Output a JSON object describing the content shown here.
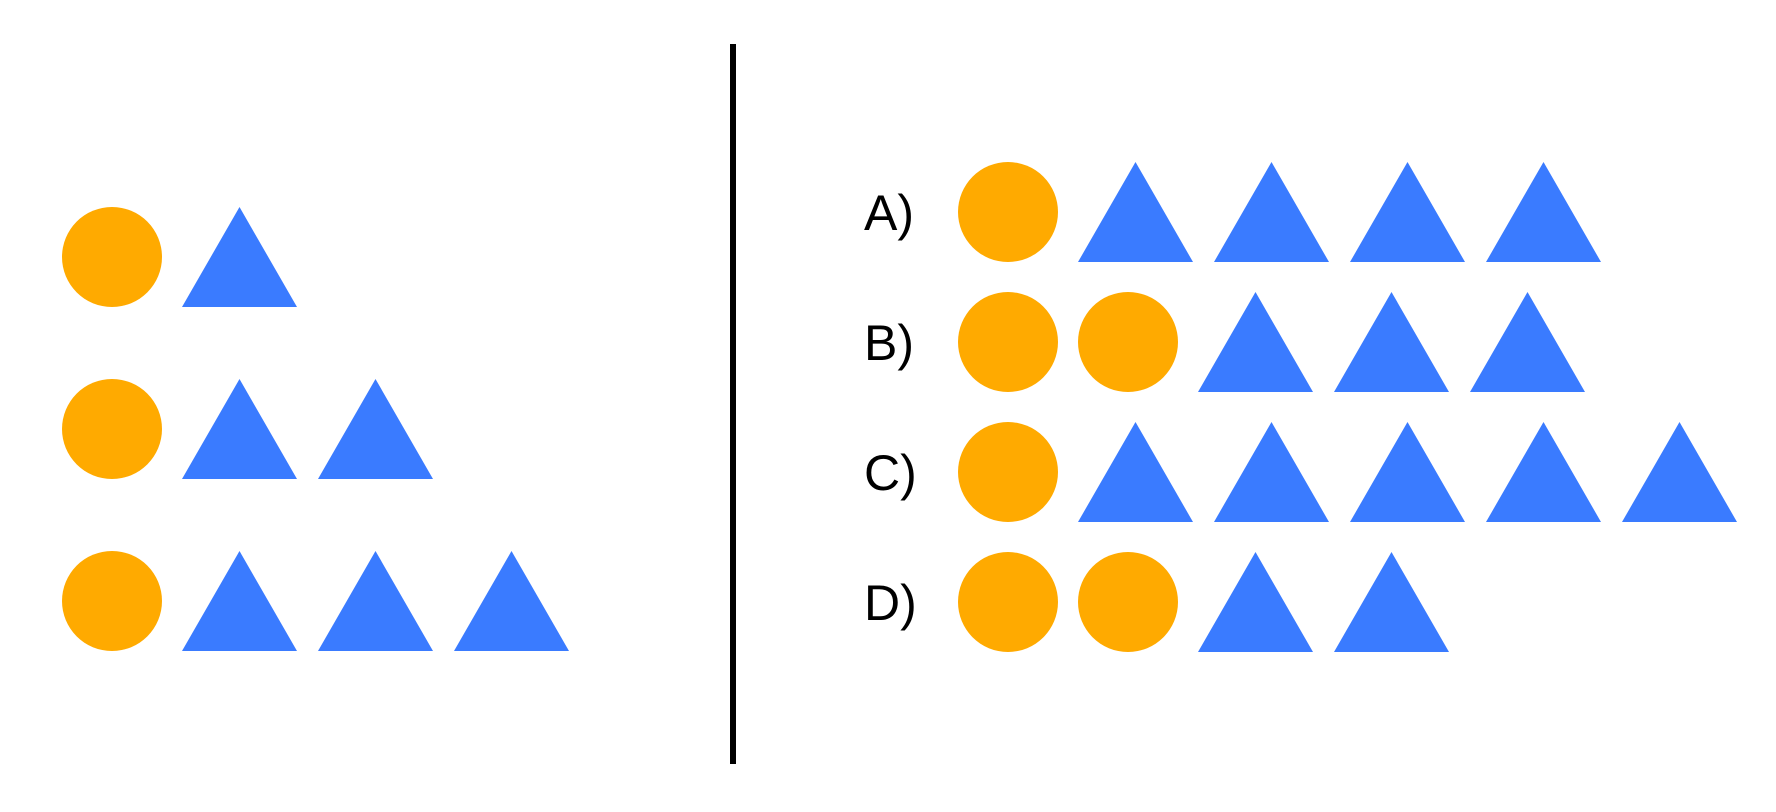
{
  "colors": {
    "circle": "#FFAA00",
    "triangle": "#3A7BFF",
    "divider": "#000000",
    "label": "#000000"
  },
  "sequence": [
    {
      "circles": 1,
      "triangles": 1
    },
    {
      "circles": 1,
      "triangles": 2
    },
    {
      "circles": 1,
      "triangles": 3
    }
  ],
  "options": [
    {
      "label": "A)",
      "circles": 1,
      "triangles": 4
    },
    {
      "label": "B)",
      "circles": 2,
      "triangles": 3
    },
    {
      "label": "C)",
      "circles": 1,
      "triangles": 5
    },
    {
      "label": "D)",
      "circles": 2,
      "triangles": 2
    }
  ]
}
